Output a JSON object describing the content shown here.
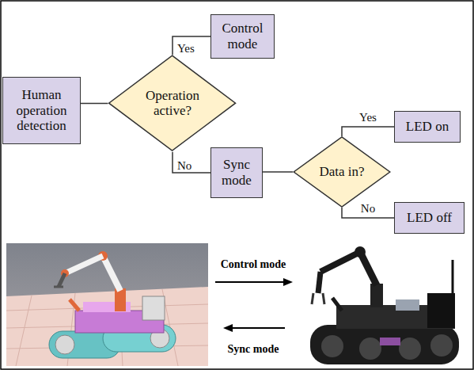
{
  "diagram": {
    "nodes": [
      {
        "text": [
          "Human operation detection"
        ]
      },
      {
        "text": [
          "Operation active?"
        ]
      },
      {
        "text": [
          "Control mode"
        ]
      },
      {
        "text": [
          "Sync mode"
        ]
      },
      {
        "text": [
          "Data in?"
        ]
      },
      {
        "text": [
          "LED on"
        ]
      },
      {
        "text": [
          "LED off"
        ]
      }
    ],
    "edges": [
      {
        "from": 0,
        "to": 1,
        "arrow": "none"
      },
      {
        "from": 1,
        "to": 2,
        "label": "Yes",
        "arrow": "none"
      },
      {
        "from": 1,
        "to": 3,
        "label": "No",
        "arrow": "none"
      },
      {
        "from": 3,
        "to": 4,
        "arrow": "none"
      },
      {
        "from": 4,
        "to": 5,
        "label": "Yes",
        "arrow": "none"
      },
      {
        "from": 4,
        "to": 6,
        "label": "No",
        "arrow": "none"
      }
    ],
    "labels": [
      "Control mode",
      "Sync mode"
    ]
  }
}
